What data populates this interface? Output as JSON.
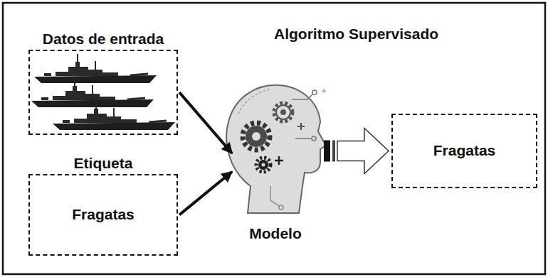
{
  "diagram": {
    "title": "Algoritmo Supervisado",
    "nodes": [
      {
        "text": [
          "Datos de entrada"
        ]
      },
      {
        "text": [
          "Etiqueta",
          "Fragatas"
        ]
      },
      {
        "text": [
          "Modelo"
        ]
      },
      {
        "text": [
          "Fragatas"
        ]
      }
    ],
    "edges": [
      {
        "from": 0,
        "to": 2,
        "arrow": "to"
      },
      {
        "from": 1,
        "to": 2,
        "arrow": "to"
      },
      {
        "from": 2,
        "to": 3,
        "arrow": "to"
      }
    ]
  }
}
